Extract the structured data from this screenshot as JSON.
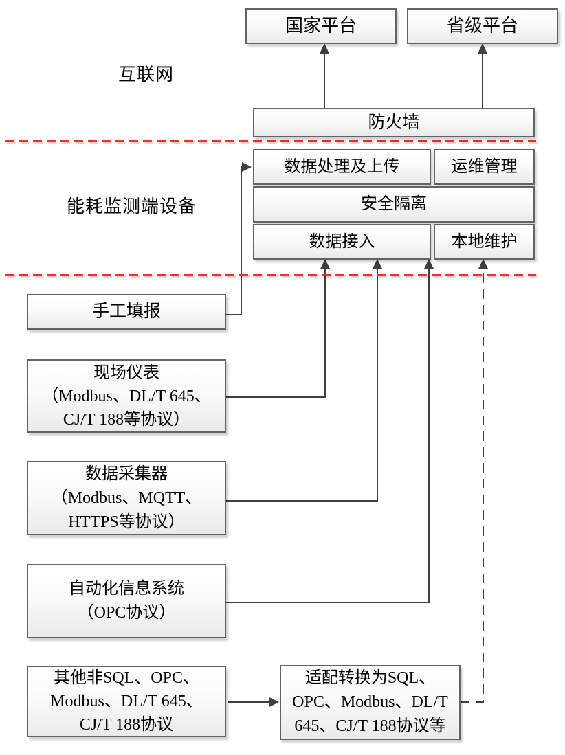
{
  "zones": {
    "internet_label": "互联网",
    "device_label": "能耗监测端设备"
  },
  "boxes": {
    "national": "国家平台",
    "provincial": "省级平台",
    "firewall": "防火墙",
    "data_upload": "数据处理及上传",
    "ops": "运维管理",
    "isolation": "安全隔离",
    "access": "数据接入",
    "local": "本地维护",
    "manual": "手工填报",
    "field": "现场仪表\n（Modbus、DL/T 645、\nCJ/T 188等协议）",
    "collector": "数据采集器\n（Modbus、MQTT、\nHTTPS等协议）",
    "auto": "自动化信息系统\n（OPC协议）",
    "other": "其他非SQL、OPC、\nModbus、DL/T 645、\nCJ/T 188协议",
    "adapter": "适配转换为SQL、\nOPC、Modbus、DL/T\n645、CJ/T 188协议等"
  },
  "colors": {
    "divider_red": "#ff2a2a",
    "line_gray": "#3f3f3f",
    "box_border": "#636363"
  }
}
